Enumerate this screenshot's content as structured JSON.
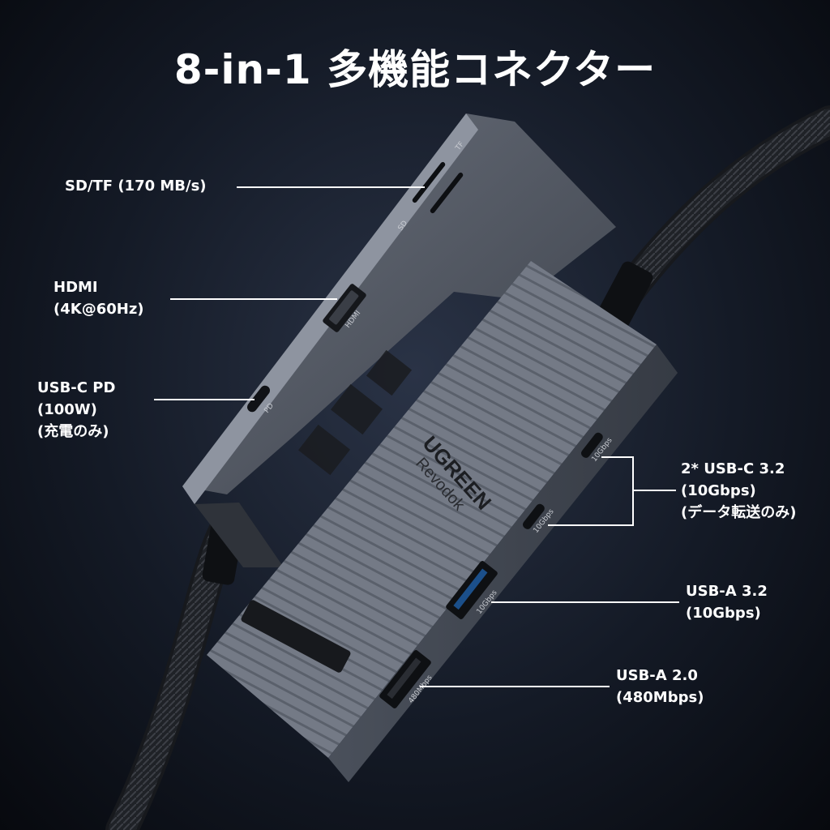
{
  "title": "8-in-1 多機能コネクター",
  "brand": {
    "logo": "UGREEN",
    "model": "Revodok"
  },
  "port_labels": {
    "sd": "SD",
    "tf": "TF",
    "hdmi": "HDMI",
    "pd": "PD",
    "usbc_speed": "10Gbps",
    "usba_speed": "10Gbps",
    "usba2_speed": "480Mbps"
  },
  "callouts": {
    "sdtf": "SD/TF (170 MB/s)",
    "hdmi": "HDMI\n(4K@60Hz)",
    "usbc_pd": "USB-C PD\n(100W)\n(充電のみ)",
    "usbc32": "2* USB-C 3.2\n(10Gbps)\n(データ転送のみ)",
    "usba32": "USB-A 3.2\n(10Gbps)",
    "usba20": "USB-A 2.0\n(480Mbps)"
  },
  "colors": {
    "background": "#141a26",
    "device": "#6b7180",
    "line": "#ffffff"
  }
}
